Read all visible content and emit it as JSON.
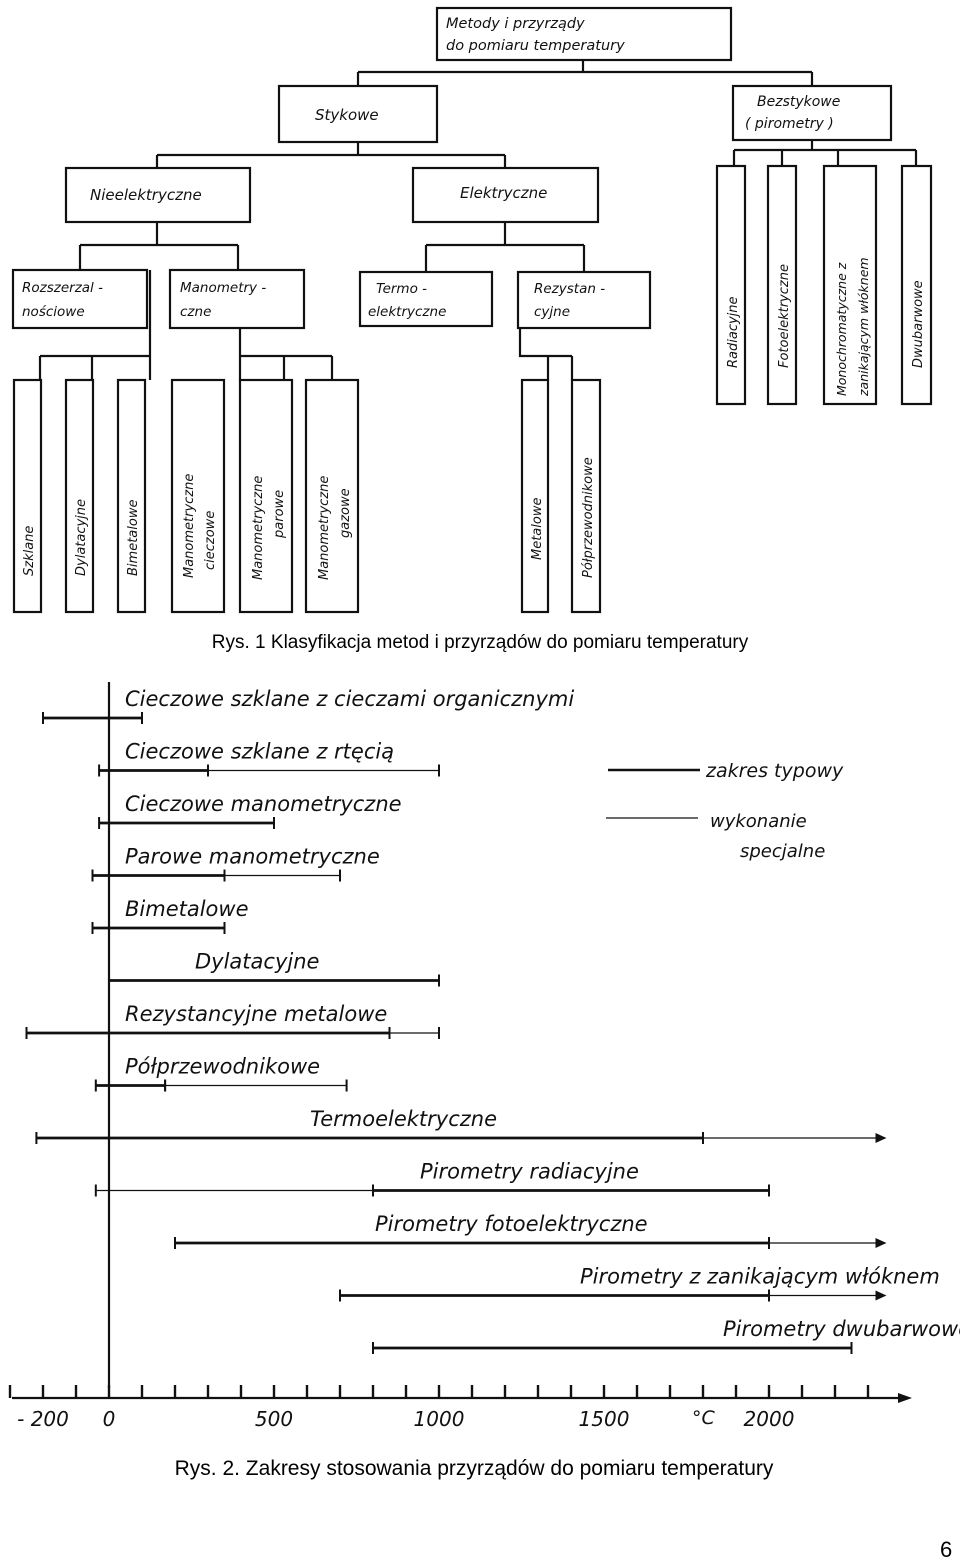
{
  "figure1": {
    "caption": "Rys. 1 Klasyfikacja metod i przyrządów do pomiaru temperatury",
    "root": [
      "Metody i przyrządy",
      "do pomiaru temperatury"
    ],
    "stykowe": "Stykowe",
    "bezstykowe": [
      "Bezstykowe",
      "( pirometry )"
    ],
    "nieelektryczne": "Nieelektryczne",
    "elektryczne": "Elektryczne",
    "rozszerzalnosciowe": [
      "Rozszerzal -",
      "nościowe"
    ],
    "manometryczne": [
      "Manometry -",
      "czne"
    ],
    "termoelektryczne": [
      "Termo -",
      "elektryczne"
    ],
    "rezystancyjne": [
      "Rezystan -",
      "cyjne"
    ],
    "leaves_left": [
      "Szklane",
      "Dylatacyjne",
      "Bimetalowe"
    ],
    "leaves_mano": [
      [
        "Manometryczne",
        "cieczowe"
      ],
      [
        "Manometryczne",
        "parowe"
      ],
      [
        "Manometryczne",
        "gazowe"
      ]
    ],
    "leaves_rez": [
      "Metalowe",
      "Półprzewodnikowe"
    ],
    "leaves_pyro": [
      [
        "Radiacyjne"
      ],
      [
        "Fotoelektryczne"
      ],
      [
        "Monochromatyczne z",
        "zanikającym włóknem"
      ],
      [
        "Dwubarwowe"
      ]
    ]
  },
  "figure2": {
    "caption": "Rys. 2. Zakresy stosowania przyrządów do pomiaru temperatury",
    "legend": {
      "typical": "zakres typowy",
      "special": [
        "wykonanie",
        "specjalne"
      ]
    },
    "axis": {
      "tick_labels": [
        "- 200",
        "0",
        "500",
        "1000",
        "1500",
        "2000"
      ],
      "unit": "°C"
    },
    "ranges": [
      {
        "label": "Cieczowe szklane z cieczami organicznymi",
        "typical": [
          -200,
          100
        ],
        "special": []
      },
      {
        "label": "Cieczowe szklane z rtęcią",
        "typical": [
          -30,
          300
        ],
        "special": [
          300,
          1000
        ]
      },
      {
        "label": "Cieczowe manometryczne",
        "typical": [
          -30,
          500
        ],
        "special": []
      },
      {
        "label": "Parowe manometryczne",
        "typical": [
          -50,
          350
        ],
        "special": [
          350,
          700
        ]
      },
      {
        "label": "Bimetalowe",
        "typical": [
          -50,
          350
        ],
        "special": []
      },
      {
        "label": "Dylatacyjne",
        "typical": [
          0,
          1000
        ],
        "special": []
      },
      {
        "label": "Rezystancyjne metalowe",
        "typical": [
          -250,
          850
        ],
        "special": [
          850,
          1000
        ]
      },
      {
        "label": "Półprzewodnikowe",
        "typical": [
          -40,
          170
        ],
        "special": [
          170,
          720
        ]
      },
      {
        "label": "Termoelektryczne",
        "typical": [
          -220,
          1800
        ],
        "special": [
          1800,
          2350
        ]
      },
      {
        "label": "Pirometry radiacyjne",
        "typical": [
          800,
          2000
        ],
        "special": [
          -40,
          800
        ]
      },
      {
        "label": "Pirometry fotoelektryczne",
        "typical": [
          200,
          2000
        ],
        "special": [
          2000,
          2350
        ]
      },
      {
        "label": "Pirometry z zanikającym włóknem",
        "typical": [
          700,
          2000
        ],
        "special": [
          2000,
          2350
        ]
      },
      {
        "label": "Pirometry dwubarwowe",
        "typical": [
          800,
          2250
        ],
        "special": []
      }
    ]
  },
  "page_number": "6"
}
